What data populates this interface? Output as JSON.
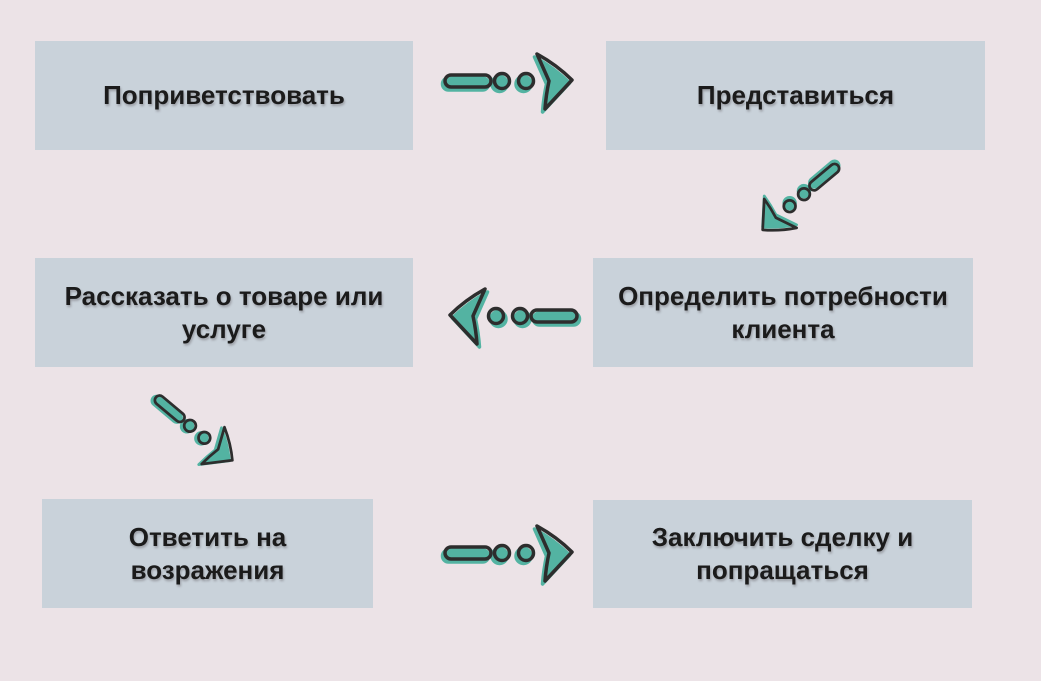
{
  "palette": {
    "background": "#ece3e7",
    "box_fill": "#c9d2da",
    "arrow_teal": "#53b3a2",
    "arrow_outline": "#2d2d2d",
    "text_color": "#1b1b1b"
  },
  "steps": [
    {
      "label": "Поприветствовать"
    },
    {
      "label": "Представиться"
    },
    {
      "label": "Определить потребности\nклиента"
    },
    {
      "label": "Рассказать о товаре или\nуслуге"
    },
    {
      "label": "Ответить на\nвозражения"
    },
    {
      "label": "Заключить сделку и\nпопращаться"
    }
  ],
  "arrows": [
    {
      "direction": "right",
      "from": "Поприветствовать",
      "to": "Представиться"
    },
    {
      "direction": "down-left",
      "from": "Представиться",
      "to": "Определить потребности клиента"
    },
    {
      "direction": "left",
      "from": "Определить потребности клиента",
      "to": "Рассказать о товаре или услуге"
    },
    {
      "direction": "down-right",
      "from": "Рассказать о товаре или услуге",
      "to": "Ответить на возражения"
    },
    {
      "direction": "right",
      "from": "Ответить на возражения",
      "to": "Заключить сделку и попращаться"
    }
  ]
}
